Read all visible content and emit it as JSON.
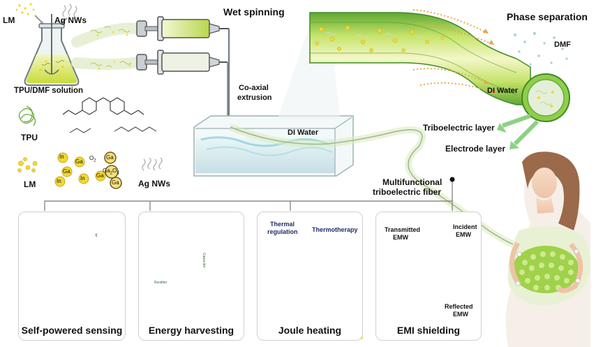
{
  "materials": {
    "lm": "LM",
    "ag_nws": "Ag NWs",
    "solution": "TPU/DMF solution",
    "tpu": "TPU",
    "lm_bottom": "LM",
    "ag_nws_bottom": "Ag NWs",
    "in_label": "In",
    "ga_label": "Ga",
    "o2_label": "O",
    "o2_sub": "2",
    "ga2o3_label": "Ga",
    "ga2o3_sub1": "2",
    "ga2o3_o": "O",
    "ga2o3_sub2": "3"
  },
  "process": {
    "wet_spinning": "Wet spinning",
    "coaxial_1": "Co-axial",
    "coaxial_2": "extrusion",
    "di_water_bath": "DI Water",
    "phase_separation": "Phase separation",
    "dmf": "DMF",
    "di_water_fiber": "DI Water",
    "triboelectric_layer": "Triboelectric layer",
    "electrode_layer": "Electrode layer",
    "fiber_1": "Multifunctional",
    "fiber_2": "triboelectric fiber"
  },
  "applications": {
    "sensing": "Self-powered sensing",
    "energy": "Energy harvesting",
    "joule": "Joule heating",
    "emi": "EMI shielding",
    "thermal_1": "Thermal",
    "thermal_2": "regulation",
    "thermotherapy": "Thermotherapy",
    "transmitted_1": "Transmitted",
    "transmitted_2": "EMW",
    "incident_1": "Incident",
    "incident_2": "EMW",
    "reflected_1": "Reflected",
    "reflected_2": "EMW",
    "rectifier": "Rectifier",
    "capacitor": "Capacitor",
    "time_axis": "t"
  },
  "colors": {
    "fiber_green": "#9fd24a",
    "fiber_dark": "#4f9a2a",
    "lm_yellow": "#f1d835",
    "water_blue": "#cfe8ee",
    "flame": "#f07a1f"
  }
}
